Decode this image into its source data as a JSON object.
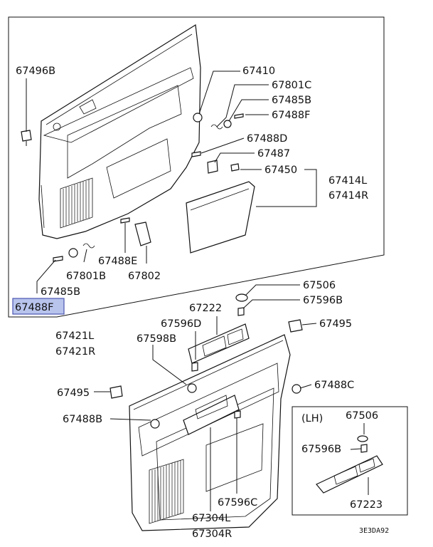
{
  "labels": {
    "p67496B": "67496B",
    "p67410": "67410",
    "p67801C": "67801C",
    "p67485B_top": "67485B",
    "p67488F_top": "67488F",
    "p67488D": "67488D",
    "p67487": "67487",
    "p67450": "67450",
    "p67414L": "67414L",
    "p67414R": "67414R",
    "p67488E": "67488E",
    "p67802": "67802",
    "p67801B": "67801B",
    "p67485B_bottom": "67485B",
    "p67488F_highlight": "67488F",
    "p67421L": "67421L",
    "p67421R": "67421R",
    "p67506_top": "67506",
    "p67596B_top": "67596B",
    "p67222": "67222",
    "p67596D": "67596D",
    "p67495_right": "67495",
    "p67598B": "67598B",
    "p67495_left": "67495",
    "p67488C": "67488C",
    "p67488B": "67488B",
    "p67596C": "67596C",
    "p67304L": "67304L",
    "p67304R": "67304R",
    "inset_title": "(LH)",
    "p67506_inset": "67506",
    "p67596B_inset": "67596B",
    "p67223": "67223",
    "drawing_code": "3E3DA92"
  },
  "highlight_color": "#b8c4ec",
  "highlight_border": "#4a55b0"
}
